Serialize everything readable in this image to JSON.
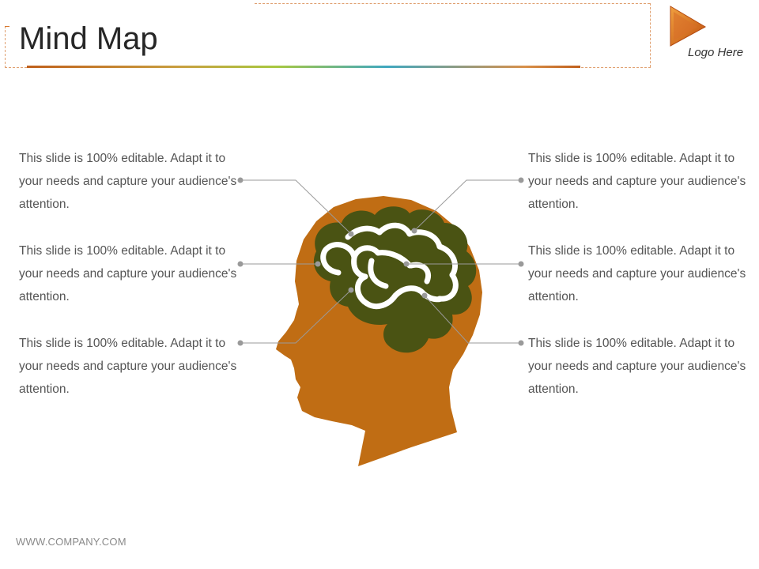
{
  "header": {
    "title": "Mind Map",
    "logo_text": "Logo Here"
  },
  "callouts": {
    "left": [
      {
        "text": "This slide is 100% editable. Adapt it to your needs and capture your audience's attention."
      },
      {
        "text": "This slide is 100% editable. Adapt it to your needs and capture your audience's attention."
      },
      {
        "text": "This slide is 100% editable. Adapt it to your needs and capture your audience's attention."
      }
    ],
    "right": [
      {
        "text": "This slide is 100% editable. Adapt it to your needs and capture your audience's attention."
      },
      {
        "text": "This slide is 100% editable. Adapt it to your needs and capture your audience's attention."
      },
      {
        "text": "This slide is 100% editable. Adapt it to your needs and capture your audience's attention."
      }
    ]
  },
  "footer": {
    "company": "WWW.COMPANY.COM"
  },
  "colors": {
    "head": "#c06d14",
    "brain": "#4a5313",
    "brain_folds": "#ffffff",
    "connector": "#9a9a9a"
  },
  "icons": {
    "logo": "play-triangle-icon",
    "graphic": "head-with-brain-icon"
  }
}
